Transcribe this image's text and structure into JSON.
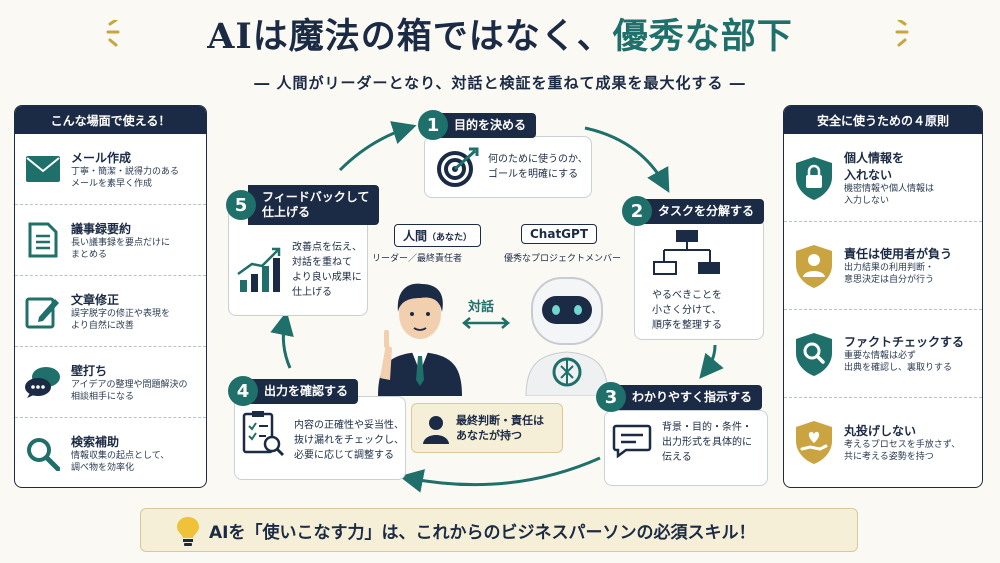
{
  "header": {
    "title_part1": "AIは魔法の箱ではなく、",
    "title_part2": "優秀な部下",
    "subtitle": "― 人間がリーダーとなり、対話と検証を重ねて成果を最大化する ―"
  },
  "left_panel": {
    "heading": "こんな場面で使える！",
    "items": [
      {
        "icon": "mail-icon",
        "title": "メール作成",
        "desc": "丁寧・簡潔・説得力のある\nメールを素早く作成"
      },
      {
        "icon": "document-icon",
        "title": "議事録要約",
        "desc": "長い議事録を要点だけに\nまとめる"
      },
      {
        "icon": "pencil-icon",
        "title": "文章修正",
        "desc": "誤字脱字の修正や表現を\nより自然に改善"
      },
      {
        "icon": "chat-bubbles-icon",
        "title": "壁打ち",
        "desc": "アイデアの整理や問題解決の\n相談相手になる"
      },
      {
        "icon": "search-icon",
        "title": "検索補助",
        "desc": "情報収集の起点として、\n調べ物を効率化"
      }
    ]
  },
  "right_panel": {
    "heading": "安全に使うための４原則",
    "items": [
      {
        "icon": "lock-shield-icon",
        "title": "個人情報を\n入れない",
        "desc": "機密情報や個人情報は\n入力しない"
      },
      {
        "icon": "person-shield-icon",
        "title": "責任は使用者が負う",
        "desc": "出力結果の利用判断・\n意思決定は自分が行う"
      },
      {
        "icon": "magnifier-shield-icon",
        "title": "ファクトチェックする",
        "desc": "重要な情報は必ず\n出典を確認し、裏取りする"
      },
      {
        "icon": "heart-hand-shield-icon",
        "title": "丸投げしない",
        "desc": "考えるプロセスを手放さず、\n共に考える姿勢を持つ"
      }
    ]
  },
  "steps": [
    {
      "num": "1",
      "label": "目的を決める",
      "desc": "何のために使うのか、\nゴールを明確にする"
    },
    {
      "num": "2",
      "label": "タスクを分解する",
      "desc": "やるべきことを\n小さく分けて、\n順序を整理する"
    },
    {
      "num": "3",
      "label": "わかりやすく指示する",
      "desc": "背景・目的・条件・\n出力形式を具体的に\n伝える"
    },
    {
      "num": "4",
      "label": "出力を確認する",
      "desc": "内容の正確性や妥当性、\n抜け漏れをチェックし、\n必要に応じて調整する"
    },
    {
      "num": "5",
      "label": "フィードバックして\n仕上げる",
      "desc": "改善点を伝え、\n対話を重ねて\nより良い成果に\n仕上げる"
    }
  ],
  "center": {
    "human_tag": "人間",
    "human_tag_small": "（あなた）",
    "human_role": "リーダー／最終責任者",
    "ai_tag": "ChatGPT",
    "ai_role": "優秀なプロジェクトメンバー",
    "dialogue": "対話",
    "final": "最終判断・責任は\nあなたが持つ"
  },
  "banner": "AIを「使いこなす力」は、これからのビジネスパーソンの必須スキル！",
  "colors": {
    "navy": "#1c2b45",
    "teal": "#1f6f6a",
    "gold": "#c9a441",
    "cream": "#f6efd8"
  }
}
